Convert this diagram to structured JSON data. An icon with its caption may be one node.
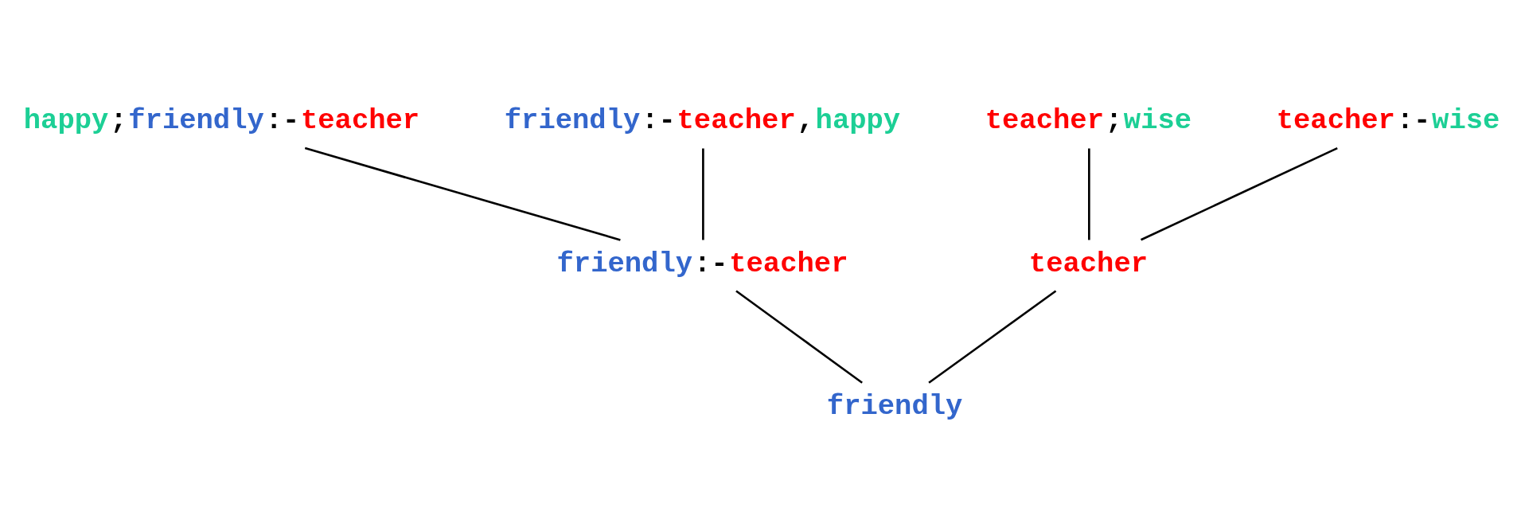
{
  "diagram": {
    "nodes": [
      {
        "text": [
          "happy;friendly:-teacher"
        ]
      },
      {
        "text": [
          "friendly:-teacher,happy"
        ]
      },
      {
        "text": [
          "teacher;wise"
        ]
      },
      {
        "text": [
          "teacher:-wise"
        ]
      },
      {
        "text": [
          "friendly:-teacher"
        ]
      },
      {
        "text": [
          "teacher"
        ]
      },
      {
        "text": [
          "friendly"
        ]
      }
    ],
    "edges": [
      {
        "from": 0,
        "to": 4,
        "arrow": "none"
      },
      {
        "from": 1,
        "to": 4,
        "arrow": "none"
      },
      {
        "from": 2,
        "to": 5,
        "arrow": "none"
      },
      {
        "from": 3,
        "to": 5,
        "arrow": "none"
      },
      {
        "from": 4,
        "to": 6,
        "arrow": "none"
      },
      {
        "from": 5,
        "to": 6,
        "arrow": "none"
      }
    ]
  }
}
